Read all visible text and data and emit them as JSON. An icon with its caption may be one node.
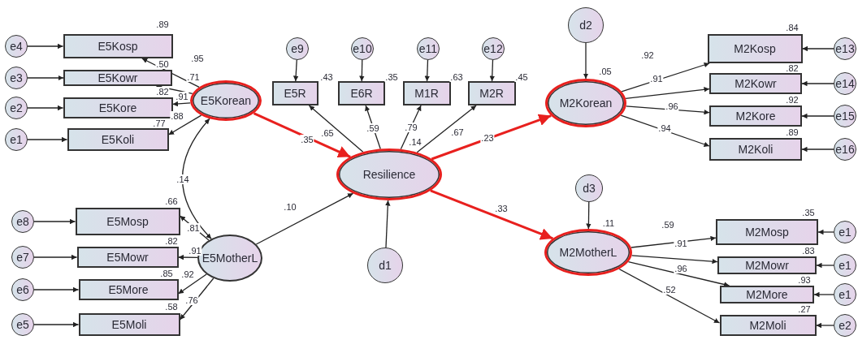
{
  "diagram": {
    "nodes": [
      {
        "text": [
          "e4"
        ]
      },
      {
        "text": [
          "E5Kosp"
        ],
        "beside": [
          ".89"
        ]
      },
      {
        "text": [
          "e3"
        ]
      },
      {
        "text": [
          "E5Kowr"
        ],
        "beside": [
          ".50"
        ]
      },
      {
        "text": [
          "e2"
        ]
      },
      {
        "text": [
          "E5Kore"
        ],
        "beside": [
          ".82"
        ]
      },
      {
        "text": [
          "e1"
        ]
      },
      {
        "text": [
          "E5Koli"
        ],
        "beside": [
          ".77"
        ]
      },
      {
        "text": [
          "E5Korean"
        ]
      },
      {
        "text": [
          "e9"
        ]
      },
      {
        "text": [
          "E5R"
        ],
        "beside": [
          ".43"
        ]
      },
      {
        "text": [
          "e10"
        ]
      },
      {
        "text": [
          "E6R"
        ],
        "beside": [
          ".35"
        ]
      },
      {
        "text": [
          "e11"
        ]
      },
      {
        "text": [
          "M1R"
        ],
        "beside": [
          ".63"
        ]
      },
      {
        "text": [
          "e12"
        ]
      },
      {
        "text": [
          "M2R"
        ],
        "beside": [
          ".45"
        ]
      },
      {
        "text": [
          "d2"
        ]
      },
      {
        "text": [
          "M2Korean"
        ],
        "beside": [
          ".05"
        ]
      },
      {
        "text": [
          "M2Kosp"
        ],
        "beside": [
          ".84"
        ]
      },
      {
        "text": [
          "e13"
        ]
      },
      {
        "text": [
          "M2Kowr"
        ],
        "beside": [
          ".82"
        ]
      },
      {
        "text": [
          "e14"
        ]
      },
      {
        "text": [
          "M2Kore"
        ],
        "beside": [
          ".92"
        ]
      },
      {
        "text": [
          "e15"
        ]
      },
      {
        "text": [
          "M2Koli"
        ],
        "beside": [
          ".89"
        ]
      },
      {
        "text": [
          "e16"
        ]
      },
      {
        "text": [
          "Resilience"
        ],
        "beside": [
          ".14"
        ]
      },
      {
        "text": [
          "d3"
        ]
      },
      {
        "text": [
          "M2MotherL"
        ],
        "beside": [
          ".11"
        ]
      },
      {
        "text": [
          "M2Mosp"
        ],
        "beside": [
          ".35"
        ]
      },
      {
        "text": [
          "e1"
        ]
      },
      {
        "text": [
          "M2Mowr"
        ],
        "beside": [
          ".83"
        ]
      },
      {
        "text": [
          "e1"
        ]
      },
      {
        "text": [
          "M2More"
        ],
        "beside": [
          ".93"
        ]
      },
      {
        "text": [
          "e1"
        ]
      },
      {
        "text": [
          "M2Moli"
        ],
        "beside": [
          ".27"
        ]
      },
      {
        "text": [
          "e2"
        ]
      },
      {
        "text": [
          "e8"
        ]
      },
      {
        "text": [
          "E5Mosp"
        ],
        "beside": [
          ".66"
        ]
      },
      {
        "text": [
          "e7"
        ]
      },
      {
        "text": [
          "E5Mowr"
        ],
        "beside": [
          ".82"
        ]
      },
      {
        "text": [
          "e6"
        ]
      },
      {
        "text": [
          "E5More"
        ],
        "beside": [
          ".85"
        ]
      },
      {
        "text": [
          "e5"
        ]
      },
      {
        "text": [
          "E5Moli"
        ],
        "beside": [
          ".58"
        ]
      },
      {
        "text": [
          "E5MotherL"
        ]
      },
      {
        "text": [
          "d1"
        ]
      }
    ],
    "edges": [
      {
        "from": 0,
        "to": 1,
        "arrow": "to"
      },
      {
        "from": 2,
        "to": 3,
        "arrow": "to"
      },
      {
        "from": 4,
        "to": 5,
        "arrow": "to"
      },
      {
        "from": 6,
        "to": 7,
        "arrow": "to"
      },
      {
        "from": 8,
        "to": 1,
        "arrow": "to",
        "label": ".95"
      },
      {
        "from": 8,
        "to": 3,
        "arrow": "to",
        "label": ".71"
      },
      {
        "from": 8,
        "to": 5,
        "arrow": "to",
        "label": ".91"
      },
      {
        "from": 8,
        "to": 7,
        "arrow": "to",
        "label": ".88"
      },
      {
        "from": 8,
        "to": 46,
        "arrow": "both",
        "label": ".14"
      },
      {
        "from": 8,
        "to": 27,
        "arrow": "to",
        "label": ".35",
        "style": "thick",
        "color": "#e8201e"
      },
      {
        "from": 46,
        "to": 27,
        "arrow": "to",
        "label": ".10"
      },
      {
        "from": 9,
        "to": 10,
        "arrow": "to"
      },
      {
        "from": 11,
        "to": 12,
        "arrow": "to"
      },
      {
        "from": 13,
        "to": 14,
        "arrow": "to"
      },
      {
        "from": 15,
        "to": 16,
        "arrow": "to"
      },
      {
        "from": 27,
        "to": 10,
        "arrow": "to",
        "label": ".65"
      },
      {
        "from": 27,
        "to": 12,
        "arrow": "to",
        "label": ".59"
      },
      {
        "from": 27,
        "to": 14,
        "arrow": "to",
        "label": ".79"
      },
      {
        "from": 27,
        "to": 16,
        "arrow": "to",
        "label": ".67"
      },
      {
        "from": 47,
        "to": 27,
        "arrow": "to"
      },
      {
        "from": 27,
        "to": 18,
        "arrow": "to",
        "label": ".23",
        "style": "thick",
        "color": "#e8201e"
      },
      {
        "from": 27,
        "to": 29,
        "arrow": "to",
        "label": ".33",
        "style": "thick",
        "color": "#e8201e"
      },
      {
        "from": 17,
        "to": 18,
        "arrow": "to"
      },
      {
        "from": 28,
        "to": 29,
        "arrow": "to"
      },
      {
        "from": 18,
        "to": 19,
        "arrow": "to",
        "label": ".92"
      },
      {
        "from": 18,
        "to": 21,
        "arrow": "to",
        "label": ".91"
      },
      {
        "from": 18,
        "to": 23,
        "arrow": "to",
        "label": ".96"
      },
      {
        "from": 18,
        "to": 25,
        "arrow": "to",
        "label": ".94"
      },
      {
        "from": 20,
        "to": 19,
        "arrow": "to"
      },
      {
        "from": 22,
        "to": 21,
        "arrow": "to"
      },
      {
        "from": 24,
        "to": 23,
        "arrow": "to"
      },
      {
        "from": 26,
        "to": 25,
        "arrow": "to"
      },
      {
        "from": 29,
        "to": 30,
        "arrow": "to",
        "label": ".59"
      },
      {
        "from": 29,
        "to": 32,
        "arrow": "to",
        "label": ".91"
      },
      {
        "from": 29,
        "to": 34,
        "arrow": "to",
        "label": ".96"
      },
      {
        "from": 29,
        "to": 36,
        "arrow": "to",
        "label": ".52"
      },
      {
        "from": 31,
        "to": 30,
        "arrow": "to"
      },
      {
        "from": 33,
        "to": 32,
        "arrow": "to"
      },
      {
        "from": 35,
        "to": 34,
        "arrow": "to"
      },
      {
        "from": 37,
        "to": 36,
        "arrow": "to"
      },
      {
        "from": 46,
        "to": 39,
        "arrow": "to",
        "label": ".81"
      },
      {
        "from": 46,
        "to": 41,
        "arrow": "to",
        "label": ".91"
      },
      {
        "from": 46,
        "to": 43,
        "arrow": "to",
        "label": ".92"
      },
      {
        "from": 46,
        "to": 45,
        "arrow": "to",
        "label": ".76"
      },
      {
        "from": 38,
        "to": 39,
        "arrow": "to"
      },
      {
        "from": 40,
        "to": 41,
        "arrow": "to"
      },
      {
        "from": 42,
        "to": 43,
        "arrow": "to"
      },
      {
        "from": 44,
        "to": 45,
        "arrow": "to"
      }
    ]
  }
}
